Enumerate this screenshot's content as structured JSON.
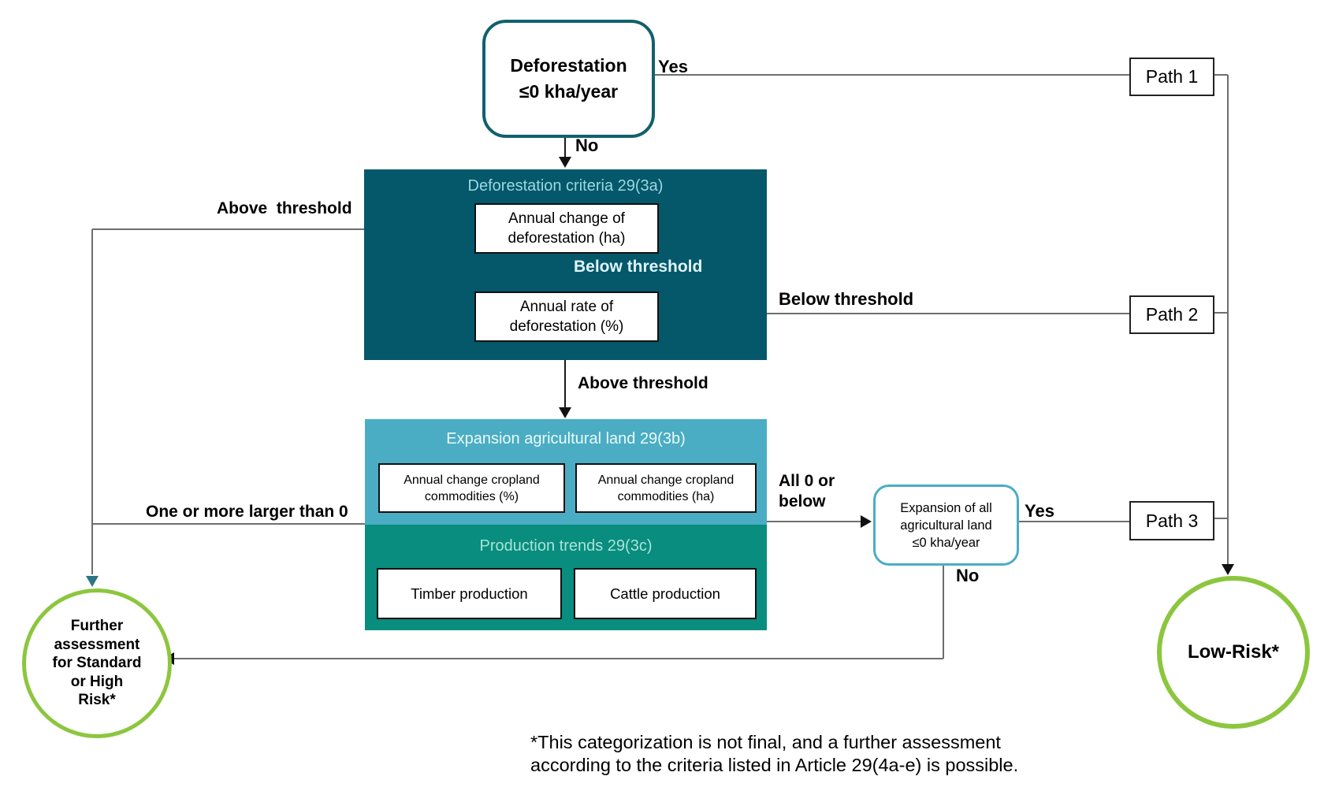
{
  "colors": {
    "dark_teal_block": "#04586a",
    "mid_teal_block": "#4badc3",
    "green_block": "#088d7e",
    "lime_circle_border": "#8cc63e",
    "top_node_border": "#11606e",
    "expansion_node_border": "#4bacc6",
    "wire_gray": "#6e6e6e",
    "wire_light": "#cfeaf0",
    "arrow_black": "#111111",
    "arrow_teal": "#2d7486"
  },
  "top_node": {
    "label": "Deforestation\n≤0 kha/year"
  },
  "criteria_3a": {
    "title": "Deforestation criteria 29(3a)",
    "box_change": "Annual change of\ndeforestation (ha)",
    "box_rate": "Annual rate of\ndeforestation (%)",
    "inner_label": "Below threshold"
  },
  "expansion_3b": {
    "title": "Expansion agricultural land 29(3b)",
    "box_pct": "Annual change cropland\ncommodities (%)",
    "box_ha": "Annual change cropland\ncommodities (ha)"
  },
  "production_3c": {
    "title": "Production trends 29(3c)",
    "box_timber": "Timber production",
    "box_cattle": "Cattle production"
  },
  "expansion_all_node": {
    "label": "Expansion of all\nagricultural land\n≤0 kha/year"
  },
  "paths": {
    "path1": "Path 1",
    "path2": "Path 2",
    "path3": "Path 3"
  },
  "outcomes": {
    "further_assessment": "Further\nassessment\nfor Standard\nor High\nRisk*",
    "low_risk": "Low-Risk*"
  },
  "edge_labels": {
    "yes_top": "Yes",
    "no_top": "No",
    "above_threshold_left": "Above  threshold",
    "below_threshold_right": "Below threshold",
    "above_threshold_mid": "Above threshold",
    "one_or_more_larger_than_0": "One or more larger than 0",
    "all_0_or_below": "All 0 or\nbelow",
    "yes_right": "Yes",
    "no_right": "No"
  },
  "footnote": "*This categorization is not final, and a further assessment\naccording to the criteria listed in Article 29(4a-e) is possible."
}
